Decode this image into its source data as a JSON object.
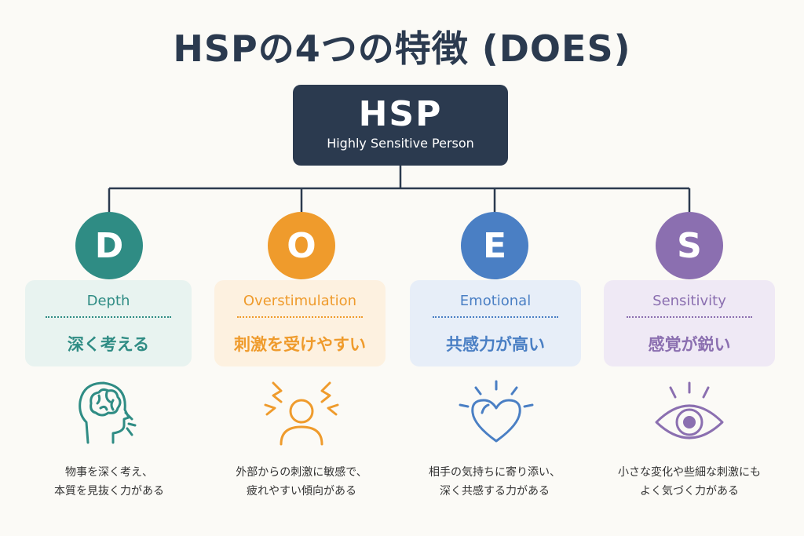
{
  "title": "HSPの4つの特徴 (DOES)",
  "root": {
    "label": "HSP",
    "subtitle": "Highly Sensitive Person"
  },
  "traits": [
    {
      "letter": "D",
      "english": "Depth",
      "japanese": "深く考える",
      "icon": "brain-head-icon",
      "desc_line1": "物事を深く考え、",
      "desc_line2": "本質を見抜く力がある",
      "color": "#2f8c84",
      "card_bg": "#e8f3f0"
    },
    {
      "letter": "O",
      "english": "Overstimulation",
      "japanese": "刺激を受けやすい",
      "icon": "overwhelmed-person-icon",
      "desc_line1": "外部からの刺激に敏感で、",
      "desc_line2": "疲れやすい傾向がある",
      "color": "#ef9b2c",
      "card_bg": "#fdf1e0"
    },
    {
      "letter": "E",
      "english": "Emotional",
      "japanese": "共感力が高い",
      "icon": "glowing-heart-icon",
      "desc_line1": "相手の気持ちに寄り添い、",
      "desc_line2": "深く共感する力がある",
      "color": "#4a7fc4",
      "card_bg": "#e7eef8"
    },
    {
      "letter": "S",
      "english": "Sensitivity",
      "japanese": "感覚が鋭い",
      "icon": "eye-icon",
      "desc_line1": "小さな変化や些細な刺激にも",
      "desc_line2": "よく気づく力がある",
      "color": "#8b6fb0",
      "card_bg": "#efe9f5"
    }
  ]
}
